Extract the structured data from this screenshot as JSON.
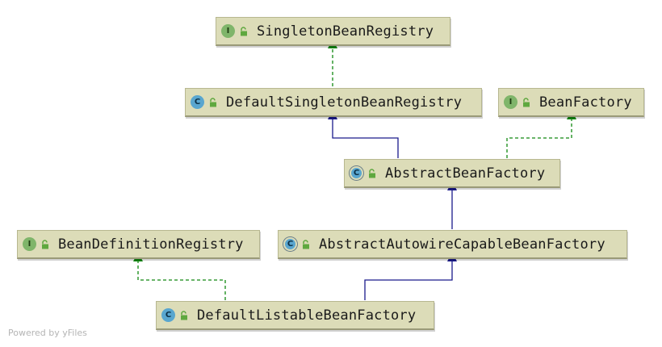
{
  "nodes": [
    {
      "id": "SingletonBeanRegistry",
      "label": "SingletonBeanRegistry",
      "kind": "interface",
      "badge": "I"
    },
    {
      "id": "DefaultSingletonBeanRegistry",
      "label": "DefaultSingletonBeanRegistry",
      "kind": "class",
      "badge": "C"
    },
    {
      "id": "BeanFactory",
      "label": "BeanFactory",
      "kind": "interface",
      "badge": "I"
    },
    {
      "id": "AbstractBeanFactory",
      "label": "AbstractBeanFactory",
      "kind": "abstract",
      "badge": "C"
    },
    {
      "id": "BeanDefinitionRegistry",
      "label": "BeanDefinitionRegistry",
      "kind": "interface",
      "badge": "I"
    },
    {
      "id": "AbstractAutowireCapableBeanFactory",
      "label": "AbstractAutowireCapableBeanFactory",
      "kind": "abstract",
      "badge": "C"
    },
    {
      "id": "DefaultListableBeanFactory",
      "label": "DefaultListableBeanFactory",
      "kind": "class",
      "badge": "C"
    }
  ],
  "edges": [
    {
      "from": "DefaultSingletonBeanRegistry",
      "to": "SingletonBeanRegistry",
      "type": "implements"
    },
    {
      "from": "AbstractBeanFactory",
      "to": "DefaultSingletonBeanRegistry",
      "type": "extends"
    },
    {
      "from": "AbstractBeanFactory",
      "to": "BeanFactory",
      "type": "implements"
    },
    {
      "from": "AbstractAutowireCapableBeanFactory",
      "to": "AbstractBeanFactory",
      "type": "extends"
    },
    {
      "from": "DefaultListableBeanFactory",
      "to": "AbstractAutowireCapableBeanFactory",
      "type": "extends"
    },
    {
      "from": "DefaultListableBeanFactory",
      "to": "BeanDefinitionRegistry",
      "type": "implements"
    }
  ],
  "colors": {
    "extends": "#1a1a8c",
    "implements": "#118811",
    "node_fill": "#dcdcb8",
    "lock": "#5fa83f"
  },
  "footer": {
    "text": "Powered by yFiles"
  }
}
